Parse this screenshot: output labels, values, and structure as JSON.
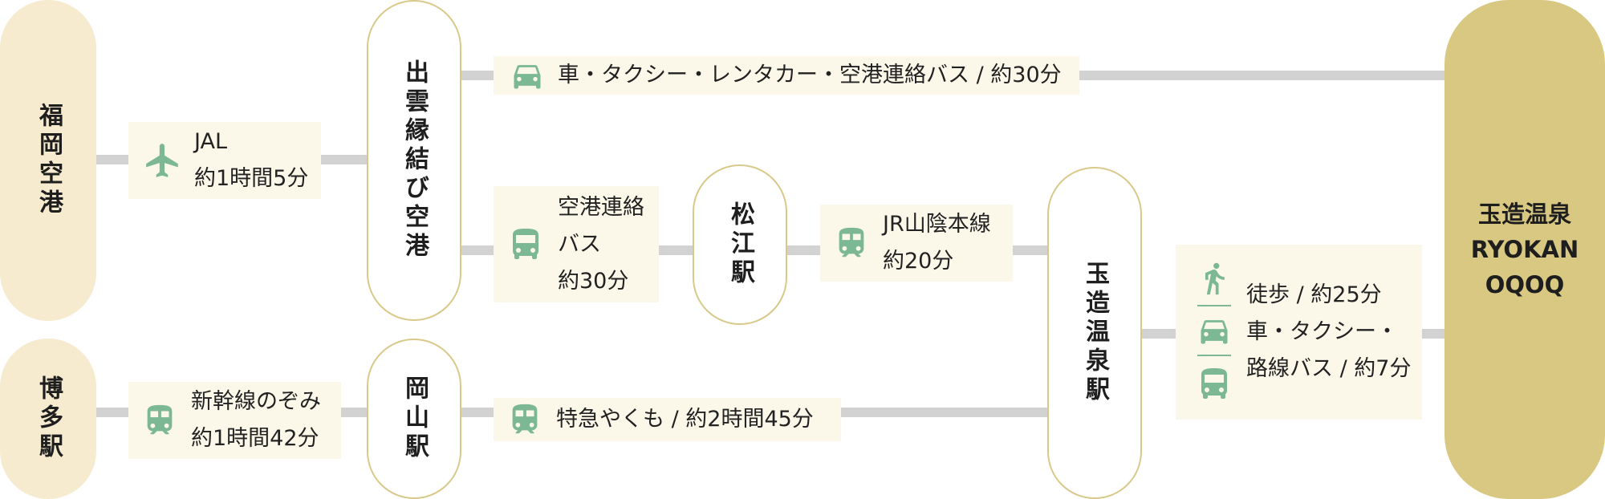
{
  "colors": {
    "icon": "#7bb893",
    "line": "#d2d2d2",
    "origin_fill": "#f6ebcf",
    "station_border": "#d8c98a",
    "destination_fill": "#d9c882",
    "label_fill": "#fbf8ea"
  },
  "origins": {
    "fukuoka_airport": "福岡空港",
    "hakata_station": "博多駅"
  },
  "stations": {
    "izumo_airport": "出雲縁結び空港",
    "matsue_station": "松江駅",
    "okayama_station": "岡山駅",
    "tamatsukuri_station": "玉造温泉駅"
  },
  "destination": {
    "line1": "玉造温泉",
    "line2": "RYOKAN",
    "line3": "OQOQ"
  },
  "routes": {
    "flight": {
      "icon": "airplane-icon",
      "line1": "JAL",
      "line2": "約1時間5分"
    },
    "car_direct": {
      "icon": "car-icon",
      "text": "車・タクシー・レンタカー・空港連絡バス / 約30分"
    },
    "airport_bus": {
      "icon": "bus-icon",
      "line1": "空港連絡",
      "line2": "バス",
      "line3": "約30分"
    },
    "jr_sanin": {
      "icon": "train-icon",
      "line1": "JR山陰本線",
      "line2": "約20分"
    },
    "shinkansen": {
      "icon": "train-icon",
      "line1": "新幹線のぞみ",
      "line2": "約1時間42分"
    },
    "express_yakumo": {
      "icon": "train-icon",
      "text": "特急やくも / 約2時間45分"
    },
    "last_mile": {
      "icons": [
        "walking-icon",
        "car-icon",
        "bus-icon"
      ],
      "line1": "徒歩 / 約25分",
      "line2": "車・タクシー・",
      "line3": "路線バス / 約7分"
    }
  }
}
